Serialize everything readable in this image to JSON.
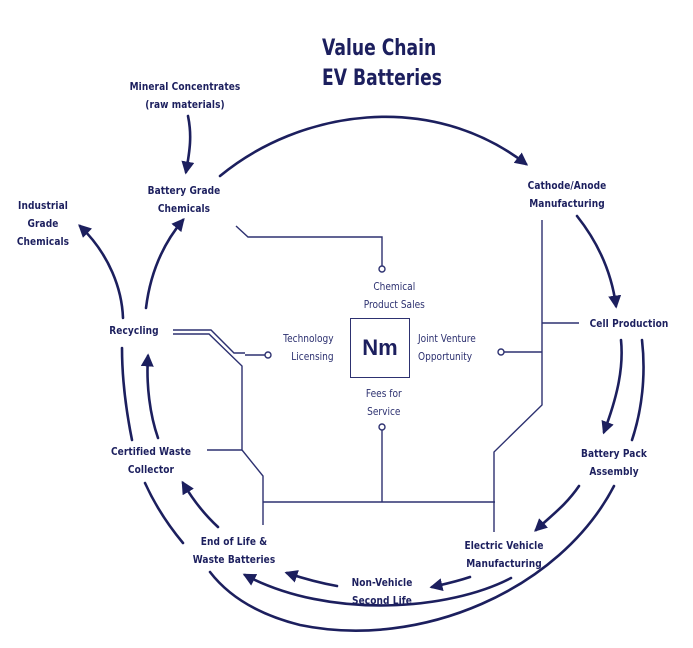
{
  "title": {
    "line1": "Value Chain",
    "line2": "EV Batteries"
  },
  "colors": {
    "primary": "#1c1f5e",
    "connector": "#2d3170",
    "background": "#ffffff"
  },
  "nodes": {
    "mineral_concentrates": {
      "line1": "Mineral Concentrates",
      "line2": "(raw materials)"
    },
    "battery_grade_chemicals": {
      "line1": "Battery Grade",
      "line2": "Chemicals"
    },
    "industrial_grade_chemicals": {
      "line1": "Industrial",
      "line2": "Grade",
      "line3": "Chemicals"
    },
    "cathode_anode": {
      "line1": "Cathode/Anode",
      "line2": "Manufacturing"
    },
    "cell_production": {
      "line1": "Cell Production"
    },
    "battery_pack_assembly": {
      "line1": "Battery Pack",
      "line2": "Assembly"
    },
    "electric_vehicle_manufacturing": {
      "line1": "Electric Vehicle",
      "line2": "Manufacturing"
    },
    "non_vehicle_second_life": {
      "line1": "Non-Vehicle",
      "line2": "Second Life"
    },
    "end_of_life": {
      "line1": "End of Life &",
      "line2": "Waste Batteries"
    },
    "certified_waste_collector": {
      "line1": "Certified Waste",
      "line2": "Collector"
    },
    "recycling": {
      "line1": "Recycling"
    }
  },
  "center": {
    "logo": "Nm",
    "services": {
      "chemical_product_sales": {
        "line1": "Chemical",
        "line2": "Product Sales"
      },
      "technology_licensing": {
        "line1": "Technology",
        "line2": "Licensing"
      },
      "joint_venture": {
        "line1": "Joint Venture",
        "line2": "Opportunity"
      },
      "fees_for_service": {
        "line1": "Fees for",
        "line2": "Service"
      }
    }
  }
}
